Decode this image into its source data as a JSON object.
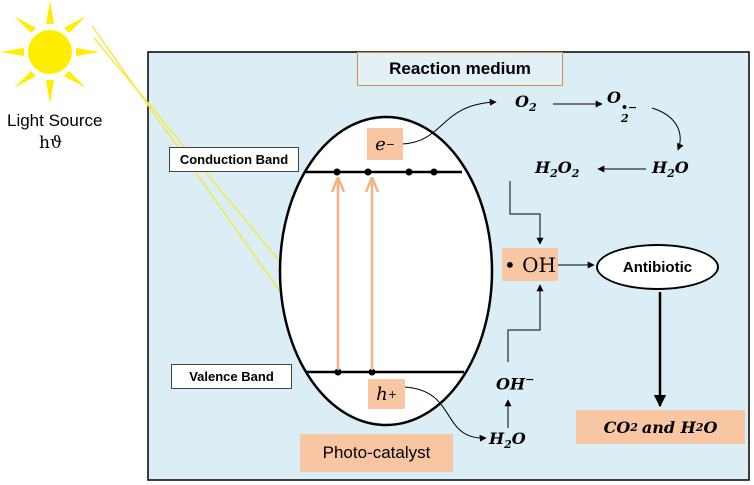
{
  "light_source": {
    "label": "Light Source",
    "symbol": "hϑ",
    "color": "#ffee00",
    "ray_color": "#f3e84a"
  },
  "reaction_medium": {
    "title": "Reaction medium",
    "fill": "#dbeef5"
  },
  "bands": {
    "conduction": "Conduction Band",
    "valence": "Valence Band"
  },
  "carriers": {
    "electron": {
      "base": "e",
      "sup": "−"
    },
    "hole": {
      "base": "h",
      "sup": "+"
    }
  },
  "species": {
    "o2": {
      "base": "O",
      "sub": "2"
    },
    "superoxide": {
      "base": "O",
      "sub": "2",
      "sup": "•−"
    },
    "h2o_top": {
      "base": "H",
      "sub": "2",
      "tail": "O"
    },
    "h2o2": {
      "base": "H",
      "sub": "2",
      "mid": "O",
      "sub2": "2"
    },
    "hydroxyl_radical": "• OH",
    "antibiotic": "Antibiotic",
    "hydroxide": {
      "base": "OH",
      "sup": "−"
    },
    "h2o_bottom": {
      "base": "H",
      "sub": "2",
      "tail": "O"
    },
    "products": {
      "a": "CO",
      "sub": "2",
      "mid": "and H",
      "sub2": "2",
      "tail": "O"
    }
  },
  "photocatalyst": "Photo-catalyst",
  "colors": {
    "peach": "#f8c6a2",
    "arrow": "#f4b183",
    "outline": "#000000"
  }
}
